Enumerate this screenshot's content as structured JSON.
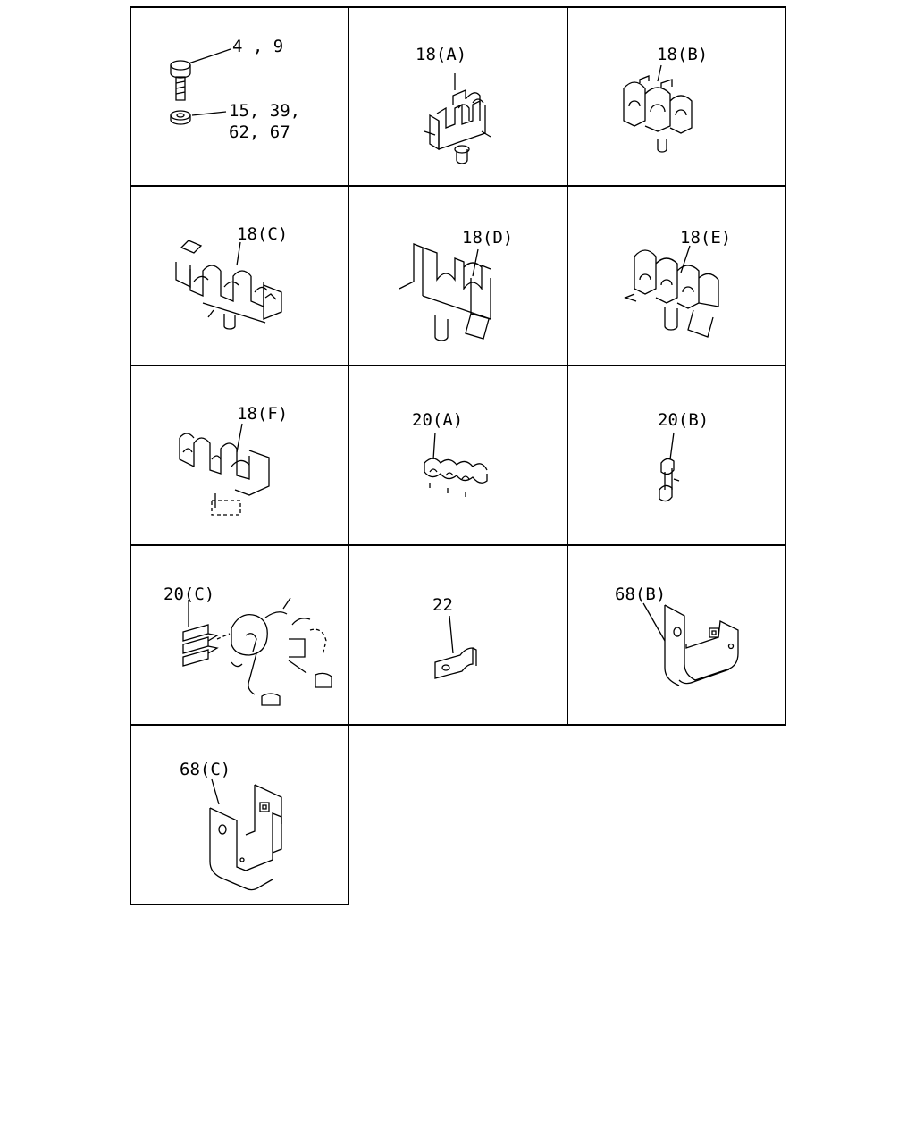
{
  "cells": [
    {
      "id": "fasteners",
      "labels": [
        "4 , 9",
        "15, 39,",
        "62, 67"
      ]
    },
    {
      "id": "18A",
      "labels": [
        "18(A)"
      ]
    },
    {
      "id": "18B",
      "labels": [
        "18(B)"
      ]
    },
    {
      "id": "18C",
      "labels": [
        "18(C)"
      ]
    },
    {
      "id": "18D",
      "labels": [
        "18(D)"
      ]
    },
    {
      "id": "18E",
      "labels": [
        "18(E)"
      ]
    },
    {
      "id": "18F",
      "labels": [
        "18(F)"
      ]
    },
    {
      "id": "20A",
      "labels": [
        "20(A)"
      ]
    },
    {
      "id": "20B",
      "labels": [
        "20(B)"
      ]
    },
    {
      "id": "20C",
      "labels": [
        "20(C)"
      ]
    },
    {
      "id": "22",
      "labels": [
        "22"
      ]
    },
    {
      "id": "68B",
      "labels": [
        "68(B)"
      ]
    },
    {
      "id": "68C",
      "labels": [
        "68(C)"
      ]
    }
  ]
}
